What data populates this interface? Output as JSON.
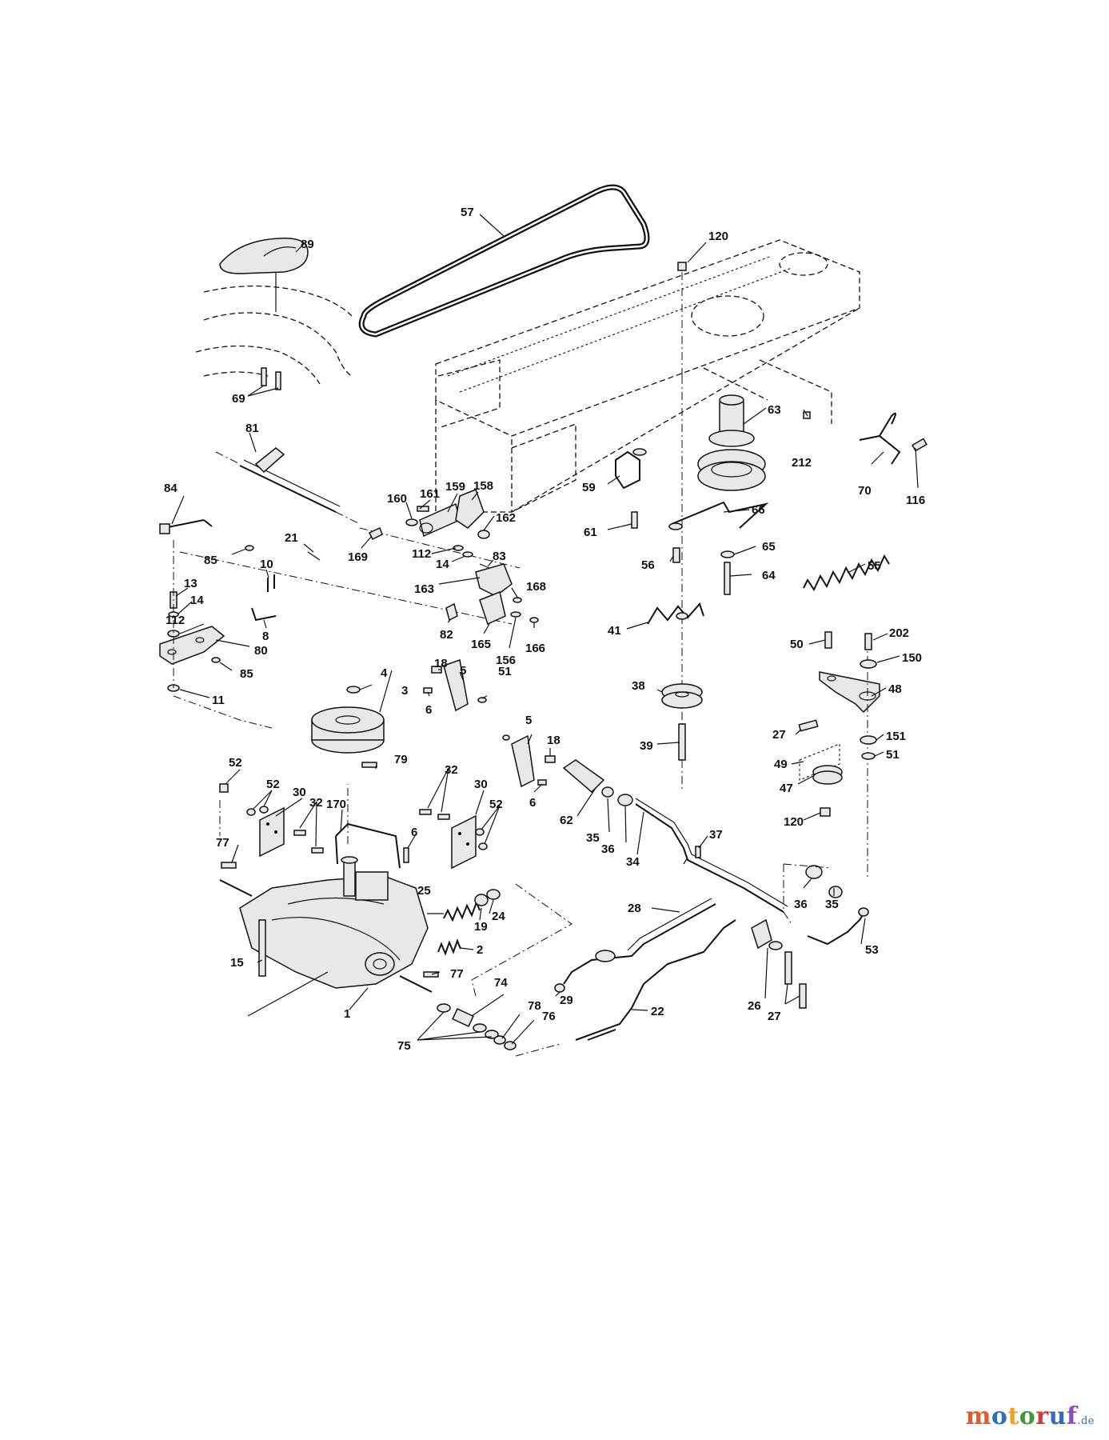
{
  "colors": {
    "ink": "#111111",
    "background": "#ffffff",
    "watermark": [
      "#e25b2a",
      "#2f6fbf",
      "#f0a020",
      "#3a9a3a",
      "#d23a3a",
      "#2f6fbf",
      "#8a4cc0"
    ]
  },
  "watermark": {
    "text": "motoruf",
    "tld": ".de"
  },
  "parts": [
    {
      "id": "p1",
      "text": "1"
    },
    {
      "id": "p2",
      "text": "2"
    },
    {
      "id": "p3",
      "text": "3"
    },
    {
      "id": "p4",
      "text": "4"
    },
    {
      "id": "p5a",
      "text": "5"
    },
    {
      "id": "p5b",
      "text": "5"
    },
    {
      "id": "p6a",
      "text": "6"
    },
    {
      "id": "p6b",
      "text": "6"
    },
    {
      "id": "p6c",
      "text": "6"
    },
    {
      "id": "p8",
      "text": "8"
    },
    {
      "id": "p10",
      "text": "10"
    },
    {
      "id": "p11",
      "text": "11"
    },
    {
      "id": "p13",
      "text": "13"
    },
    {
      "id": "p14a",
      "text": "14"
    },
    {
      "id": "p14b",
      "text": "14"
    },
    {
      "id": "p15",
      "text": "15"
    },
    {
      "id": "p18a",
      "text": "18"
    },
    {
      "id": "p18b",
      "text": "18"
    },
    {
      "id": "p19",
      "text": "19"
    },
    {
      "id": "p21",
      "text": "21"
    },
    {
      "id": "p22",
      "text": "22"
    },
    {
      "id": "p24",
      "text": "24"
    },
    {
      "id": "p25",
      "text": "25"
    },
    {
      "id": "p26",
      "text": "26"
    },
    {
      "id": "p27a",
      "text": "27"
    },
    {
      "id": "p27b",
      "text": "27"
    },
    {
      "id": "p28",
      "text": "28"
    },
    {
      "id": "p29",
      "text": "29"
    },
    {
      "id": "p30a",
      "text": "30"
    },
    {
      "id": "p30b",
      "text": "30"
    },
    {
      "id": "p32a",
      "text": "32"
    },
    {
      "id": "p32b",
      "text": "32"
    },
    {
      "id": "p34",
      "text": "34"
    },
    {
      "id": "p35a",
      "text": "35"
    },
    {
      "id": "p35b",
      "text": "35"
    },
    {
      "id": "p36a",
      "text": "36"
    },
    {
      "id": "p36b",
      "text": "36"
    },
    {
      "id": "p37",
      "text": "37"
    },
    {
      "id": "p38",
      "text": "38"
    },
    {
      "id": "p39",
      "text": "39"
    },
    {
      "id": "p41",
      "text": "41"
    },
    {
      "id": "p47",
      "text": "47"
    },
    {
      "id": "p48",
      "text": "48"
    },
    {
      "id": "p49",
      "text": "49"
    },
    {
      "id": "p50",
      "text": "50"
    },
    {
      "id": "p51a",
      "text": "51"
    },
    {
      "id": "p51b",
      "text": "51"
    },
    {
      "id": "p52a",
      "text": "52"
    },
    {
      "id": "p52b",
      "text": "52"
    },
    {
      "id": "p52c",
      "text": "52"
    },
    {
      "id": "p53",
      "text": "53"
    },
    {
      "id": "p55",
      "text": "55"
    },
    {
      "id": "p56",
      "text": "56"
    },
    {
      "id": "p57",
      "text": "57"
    },
    {
      "id": "p59",
      "text": "59"
    },
    {
      "id": "p61",
      "text": "61"
    },
    {
      "id": "p62",
      "text": "62"
    },
    {
      "id": "p63",
      "text": "63"
    },
    {
      "id": "p64",
      "text": "64"
    },
    {
      "id": "p65",
      "text": "65"
    },
    {
      "id": "p66",
      "text": "66"
    },
    {
      "id": "p69",
      "text": "69"
    },
    {
      "id": "p70",
      "text": "70"
    },
    {
      "id": "p74",
      "text": "74"
    },
    {
      "id": "p75",
      "text": "75"
    },
    {
      "id": "p76",
      "text": "76"
    },
    {
      "id": "p77a",
      "text": "77"
    },
    {
      "id": "p77b",
      "text": "77"
    },
    {
      "id": "p78",
      "text": "78"
    },
    {
      "id": "p79",
      "text": "79"
    },
    {
      "id": "p80",
      "text": "80"
    },
    {
      "id": "p81",
      "text": "81"
    },
    {
      "id": "p82",
      "text": "82"
    },
    {
      "id": "p83",
      "text": "83"
    },
    {
      "id": "p84",
      "text": "84"
    },
    {
      "id": "p85a",
      "text": "85"
    },
    {
      "id": "p85b",
      "text": "85"
    },
    {
      "id": "p89",
      "text": "89"
    },
    {
      "id": "p112a",
      "text": "112"
    },
    {
      "id": "p112b",
      "text": "112"
    },
    {
      "id": "p116",
      "text": "116"
    },
    {
      "id": "p120a",
      "text": "120"
    },
    {
      "id": "p120b",
      "text": "120"
    },
    {
      "id": "p150",
      "text": "150"
    },
    {
      "id": "p151",
      "text": "151"
    },
    {
      "id": "p156",
      "text": "156"
    },
    {
      "id": "p158",
      "text": "158"
    },
    {
      "id": "p159",
      "text": "159"
    },
    {
      "id": "p160",
      "text": "160"
    },
    {
      "id": "p161",
      "text": "161"
    },
    {
      "id": "p162",
      "text": "162"
    },
    {
      "id": "p163",
      "text": "163"
    },
    {
      "id": "p165",
      "text": "165"
    },
    {
      "id": "p166",
      "text": "166"
    },
    {
      "id": "p168",
      "text": "168"
    },
    {
      "id": "p169",
      "text": "169"
    },
    {
      "id": "p170",
      "text": "170"
    },
    {
      "id": "p202",
      "text": "202"
    },
    {
      "id": "p212",
      "text": "212"
    }
  ]
}
